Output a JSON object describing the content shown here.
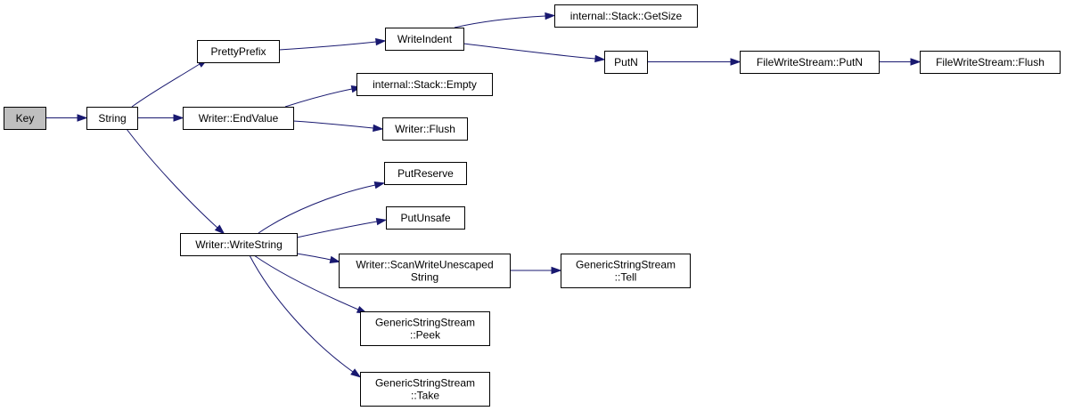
{
  "nodes": {
    "key": {
      "lines": [
        "Key"
      ],
      "is_root": true
    },
    "string": {
      "lines": [
        "String"
      ]
    },
    "pretty_prefix": {
      "lines": [
        "PrettyPrefix"
      ]
    },
    "write_indent": {
      "lines": [
        "WriteIndent"
      ]
    },
    "stack_getsize": {
      "lines": [
        "internal::Stack::GetSize"
      ]
    },
    "putn": {
      "lines": [
        "PutN"
      ]
    },
    "fws_putn": {
      "lines": [
        "FileWriteStream::PutN"
      ]
    },
    "fws_flush": {
      "lines": [
        "FileWriteStream::Flush"
      ]
    },
    "end_value": {
      "lines": [
        "Writer::EndValue"
      ]
    },
    "stack_empty": {
      "lines": [
        "internal::Stack::Empty"
      ]
    },
    "writer_flush": {
      "lines": [
        "Writer::Flush"
      ]
    },
    "write_string": {
      "lines": [
        "Writer::WriteString"
      ]
    },
    "put_reserve": {
      "lines": [
        "PutReserve"
      ]
    },
    "put_unsafe": {
      "lines": [
        "PutUnsafe"
      ]
    },
    "scan_write": {
      "lines": [
        "Writer::ScanWriteUnescaped",
        "String"
      ]
    },
    "gss_tell": {
      "lines": [
        "GenericStringStream",
        "::Tell"
      ]
    },
    "gss_peek": {
      "lines": [
        "GenericStringStream",
        "::Peek"
      ]
    },
    "gss_take": {
      "lines": [
        "GenericStringStream",
        "::Take"
      ]
    }
  },
  "edges": [
    [
      "key",
      "string"
    ],
    [
      "string",
      "pretty_prefix"
    ],
    [
      "string",
      "end_value"
    ],
    [
      "string",
      "write_string"
    ],
    [
      "pretty_prefix",
      "write_indent"
    ],
    [
      "write_indent",
      "stack_getsize"
    ],
    [
      "write_indent",
      "putn"
    ],
    [
      "putn",
      "fws_putn"
    ],
    [
      "fws_putn",
      "fws_flush"
    ],
    [
      "end_value",
      "stack_empty"
    ],
    [
      "end_value",
      "writer_flush"
    ],
    [
      "write_string",
      "put_reserve"
    ],
    [
      "write_string",
      "put_unsafe"
    ],
    [
      "write_string",
      "scan_write"
    ],
    [
      "write_string",
      "gss_peek"
    ],
    [
      "write_string",
      "gss_take"
    ],
    [
      "scan_write",
      "gss_tell"
    ]
  ],
  "colors": {
    "edge": "#191970",
    "root_fill": "#bfbfbf",
    "node_fill": "#ffffff",
    "border": "#000000"
  }
}
